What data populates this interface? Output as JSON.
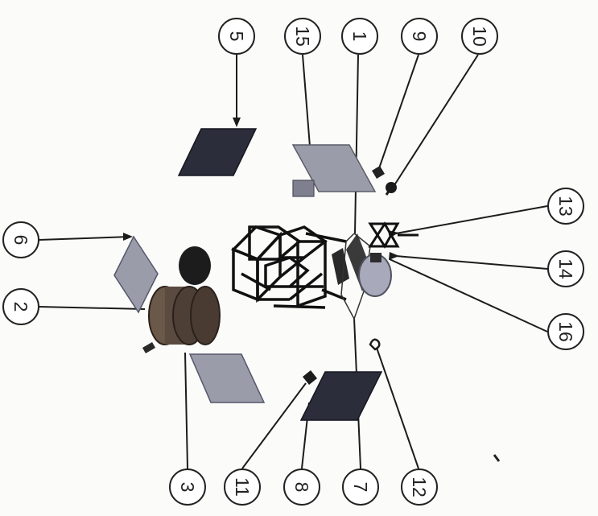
{
  "diagram": {
    "callouts": [
      {
        "id": "c5",
        "text": "5",
        "target": "panel-5"
      },
      {
        "id": "c15",
        "text": "15",
        "target": "box-15"
      },
      {
        "id": "c1",
        "text": "1",
        "target": "frame-1"
      },
      {
        "id": "c9",
        "text": "9",
        "target": "part-9"
      },
      {
        "id": "c10",
        "text": "10",
        "target": "part-10"
      },
      {
        "id": "c13",
        "text": "13",
        "target": "truss-13"
      },
      {
        "id": "c14",
        "text": "14",
        "target": "disk-14"
      },
      {
        "id": "c16",
        "text": "16",
        "target": "part-16"
      },
      {
        "id": "c6",
        "text": "6",
        "target": "panel-6"
      },
      {
        "id": "c2",
        "text": "2",
        "target": "cylinder-2"
      },
      {
        "id": "c3",
        "text": "3",
        "target": "cylinder-3"
      },
      {
        "id": "c11",
        "text": "11",
        "target": "part-11"
      },
      {
        "id": "c8",
        "text": "8",
        "target": "panel-8"
      },
      {
        "id": "c7",
        "text": "7",
        "target": "frame-7"
      },
      {
        "id": "c12",
        "text": "12",
        "target": "part-12"
      }
    ],
    "colors": {
      "dark_panel": "#2b2d3b",
      "light_panel": "#9a9caa",
      "frame": "#151515",
      "cylinder": "#5b4a3f",
      "disk": "#a8aabb"
    }
  }
}
